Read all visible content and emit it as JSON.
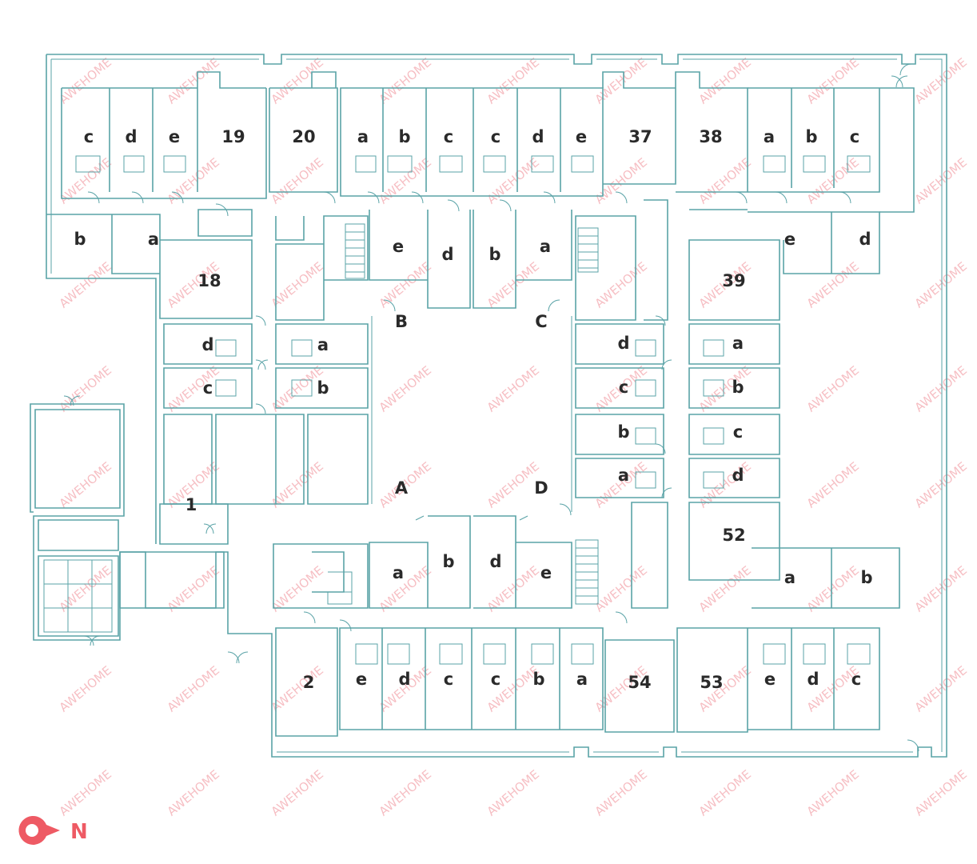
{
  "watermark": "AWEHOME",
  "compass": {
    "label": "N",
    "color": "#ee5a64"
  },
  "colors": {
    "walls": "#5aa3a7",
    "labels": "#2a2a2a",
    "watermark": "#f08a93"
  },
  "labels": [
    {
      "id": "r-c-1",
      "text": "c"
    },
    {
      "id": "r-d-1",
      "text": "d"
    },
    {
      "id": "r-e-1",
      "text": "e"
    },
    {
      "id": "r-19",
      "text": "19"
    },
    {
      "id": "r-20",
      "text": "20"
    },
    {
      "id": "r-a-1",
      "text": "a"
    },
    {
      "id": "r-b-1",
      "text": "b"
    },
    {
      "id": "r-c-2",
      "text": "c"
    },
    {
      "id": "r-c-3",
      "text": "c"
    },
    {
      "id": "r-d-2",
      "text": "d"
    },
    {
      "id": "r-e-2",
      "text": "e"
    },
    {
      "id": "r-37",
      "text": "37"
    },
    {
      "id": "r-38",
      "text": "38"
    },
    {
      "id": "r-a-2",
      "text": "a"
    },
    {
      "id": "r-b-2",
      "text": "b"
    },
    {
      "id": "r-c-4",
      "text": "c"
    },
    {
      "id": "r-b-3",
      "text": "b"
    },
    {
      "id": "r-a-3",
      "text": "a"
    },
    {
      "id": "r-e-3",
      "text": "e"
    },
    {
      "id": "r-d-3",
      "text": "d"
    },
    {
      "id": "r-b-4",
      "text": "b"
    },
    {
      "id": "r-a-4",
      "text": "a"
    },
    {
      "id": "r-e-4",
      "text": "e"
    },
    {
      "id": "r-d-4",
      "text": "d"
    },
    {
      "id": "r-18",
      "text": "18"
    },
    {
      "id": "r-39",
      "text": "39"
    },
    {
      "id": "r-B",
      "text": "B"
    },
    {
      "id": "r-C",
      "text": "C"
    },
    {
      "id": "r-d-5",
      "text": "d"
    },
    {
      "id": "r-a-5",
      "text": "a"
    },
    {
      "id": "r-c-5",
      "text": "c"
    },
    {
      "id": "r-b-5",
      "text": "b"
    },
    {
      "id": "r-d-6",
      "text": "d"
    },
    {
      "id": "r-a-6",
      "text": "a"
    },
    {
      "id": "r-c-6",
      "text": "c"
    },
    {
      "id": "r-b-6",
      "text": "b"
    },
    {
      "id": "r-b-7",
      "text": "b"
    },
    {
      "id": "r-c-7",
      "text": "c"
    },
    {
      "id": "r-a-7",
      "text": "a"
    },
    {
      "id": "r-d-7",
      "text": "d"
    },
    {
      "id": "r-A",
      "text": "A"
    },
    {
      "id": "r-D",
      "text": "D"
    },
    {
      "id": "r-1",
      "text": "1"
    },
    {
      "id": "r-52",
      "text": "52"
    },
    {
      "id": "r-a-8",
      "text": "a"
    },
    {
      "id": "r-b-8",
      "text": "b"
    },
    {
      "id": "r-d-8",
      "text": "d"
    },
    {
      "id": "r-e-5",
      "text": "e"
    },
    {
      "id": "r-a-9",
      "text": "a"
    },
    {
      "id": "r-b-9",
      "text": "b"
    },
    {
      "id": "r-2",
      "text": "2"
    },
    {
      "id": "r-e-6",
      "text": "e"
    },
    {
      "id": "r-d-9",
      "text": "d"
    },
    {
      "id": "r-c-8",
      "text": "c"
    },
    {
      "id": "r-c-9",
      "text": "c"
    },
    {
      "id": "r-b-10",
      "text": "b"
    },
    {
      "id": "r-a-10",
      "text": "a"
    },
    {
      "id": "r-54",
      "text": "54"
    },
    {
      "id": "r-53",
      "text": "53"
    },
    {
      "id": "r-e-7",
      "text": "e"
    },
    {
      "id": "r-d-10",
      "text": "d"
    },
    {
      "id": "r-c-10",
      "text": "c"
    }
  ]
}
